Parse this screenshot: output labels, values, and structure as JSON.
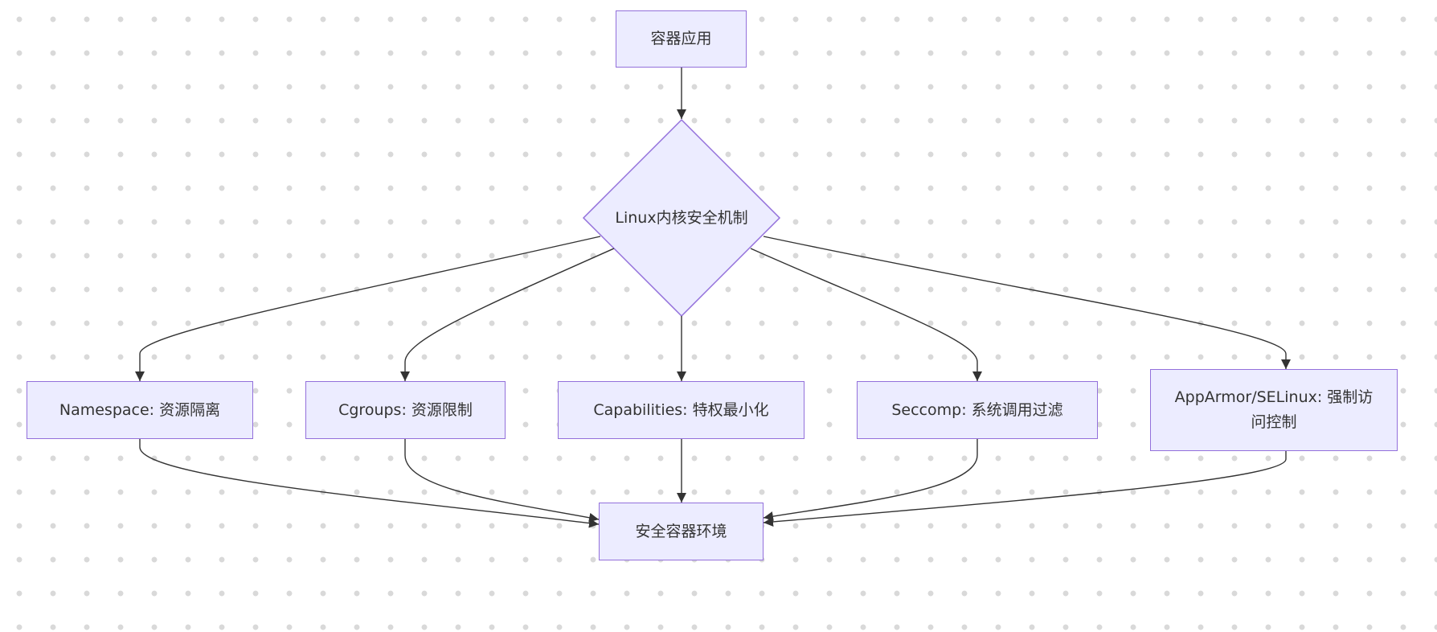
{
  "diagram": {
    "nodes": {
      "app": "容器应用",
      "kernel": "Linux内核安全机制",
      "namespace": "Namespace: 资源隔离",
      "cgroups": "Cgroups: 资源限制",
      "capabilities": "Capabilities: 特权最小化",
      "seccomp": "Seccomp: 系统调用过滤",
      "apparmor": "AppArmor/SELinux: 强制访问控制",
      "secure_env": "安全容器环境"
    },
    "edges": [
      {
        "from": "app",
        "to": "kernel"
      },
      {
        "from": "kernel",
        "to": "namespace"
      },
      {
        "from": "kernel",
        "to": "cgroups"
      },
      {
        "from": "kernel",
        "to": "capabilities"
      },
      {
        "from": "kernel",
        "to": "seccomp"
      },
      {
        "from": "kernel",
        "to": "apparmor"
      },
      {
        "from": "namespace",
        "to": "secure_env"
      },
      {
        "from": "cgroups",
        "to": "secure_env"
      },
      {
        "from": "capabilities",
        "to": "secure_env"
      },
      {
        "from": "seccomp",
        "to": "secure_env"
      },
      {
        "from": "apparmor",
        "to": "secure_env"
      }
    ],
    "colors": {
      "node_fill": "#ECECFF",
      "node_stroke": "#9370DB",
      "edge": "#333333",
      "text": "#333333",
      "background_dots": "#d9d9d9"
    }
  }
}
